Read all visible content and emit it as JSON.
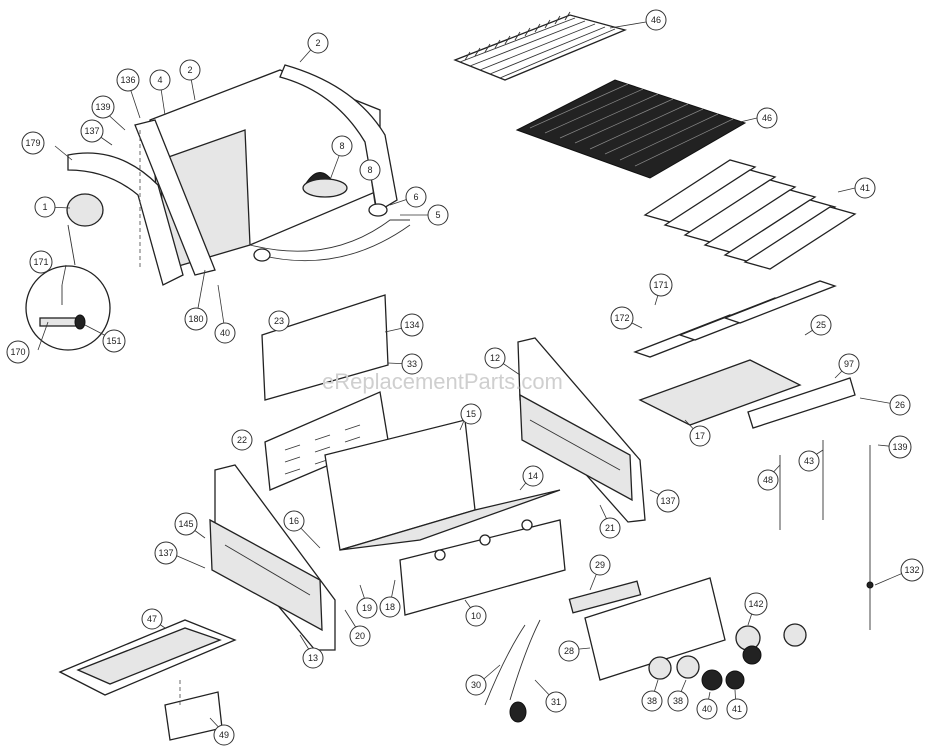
{
  "watermark": "eReplacementParts.com",
  "callouts": [
    {
      "id": "c-46a",
      "label": "46"
    },
    {
      "id": "c-46b",
      "label": "46"
    },
    {
      "id": "c-41",
      "label": "41"
    },
    {
      "id": "c-2a",
      "label": "2"
    },
    {
      "id": "c-2b",
      "label": "2"
    },
    {
      "id": "c-136",
      "label": "136"
    },
    {
      "id": "c-4",
      "label": "4"
    },
    {
      "id": "c-139a",
      "label": "139"
    },
    {
      "id": "c-137a",
      "label": "137"
    },
    {
      "id": "c-179",
      "label": "179"
    },
    {
      "id": "c-1",
      "label": "1"
    },
    {
      "id": "c-8a",
      "label": "8"
    },
    {
      "id": "c-8b",
      "label": "8"
    },
    {
      "id": "c-6",
      "label": "6"
    },
    {
      "id": "c-5",
      "label": "5"
    },
    {
      "id": "c-171a",
      "label": "171"
    },
    {
      "id": "c-170",
      "label": "170"
    },
    {
      "id": "c-151",
      "label": "151"
    },
    {
      "id": "c-180",
      "label": "180"
    },
    {
      "id": "c-40",
      "label": "40"
    },
    {
      "id": "c-23",
      "label": "23"
    },
    {
      "id": "c-134",
      "label": "134"
    },
    {
      "id": "c-33",
      "label": "33"
    },
    {
      "id": "c-22",
      "label": "22"
    },
    {
      "id": "c-15",
      "label": "15"
    },
    {
      "id": "c-12",
      "label": "12"
    },
    {
      "id": "c-14",
      "label": "14"
    },
    {
      "id": "c-21",
      "label": "21"
    },
    {
      "id": "c-145",
      "label": "145"
    },
    {
      "id": "c-137b",
      "label": "137"
    },
    {
      "id": "c-16",
      "label": "16"
    },
    {
      "id": "c-19",
      "label": "19"
    },
    {
      "id": "c-18",
      "label": "18"
    },
    {
      "id": "c-10",
      "label": "10"
    },
    {
      "id": "c-20",
      "label": "20"
    },
    {
      "id": "c-13",
      "label": "13"
    },
    {
      "id": "c-137c",
      "label": "137"
    },
    {
      "id": "c-171b",
      "label": "171"
    },
    {
      "id": "c-172",
      "label": "172"
    },
    {
      "id": "c-25",
      "label": "25"
    },
    {
      "id": "c-97",
      "label": "97"
    },
    {
      "id": "c-26",
      "label": "26"
    },
    {
      "id": "c-17",
      "label": "17"
    },
    {
      "id": "c-139b",
      "label": "139"
    },
    {
      "id": "c-43",
      "label": "43"
    },
    {
      "id": "c-48",
      "label": "48"
    },
    {
      "id": "c-132",
      "label": "132"
    },
    {
      "id": "c-47",
      "label": "47"
    },
    {
      "id": "c-49",
      "label": "49"
    },
    {
      "id": "c-29",
      "label": "29"
    },
    {
      "id": "c-30",
      "label": "30"
    },
    {
      "id": "c-31",
      "label": "31"
    },
    {
      "id": "c-28",
      "label": "28"
    },
    {
      "id": "c-142",
      "label": "142"
    },
    {
      "id": "c-38a",
      "label": "38"
    },
    {
      "id": "c-38b",
      "label": "38"
    },
    {
      "id": "c-40b",
      "label": "40"
    },
    {
      "id": "c-41b",
      "label": "41"
    }
  ]
}
